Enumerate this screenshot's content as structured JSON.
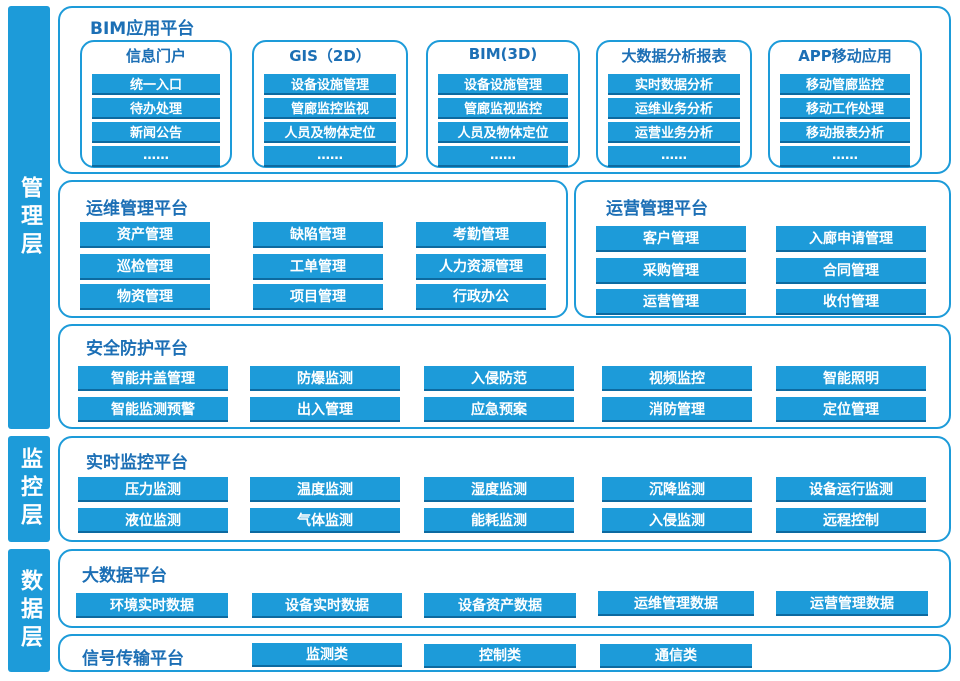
{
  "layers": {
    "management": "管理层",
    "monitoring": "监控层",
    "data": "数据层"
  },
  "bim_platform": {
    "title": "BIM应用平台",
    "groups": [
      {
        "title": "信息门户",
        "items": [
          "统一入口",
          "待办处理",
          "新闻公告",
          "……"
        ]
      },
      {
        "title": "GIS（2D）",
        "items": [
          "设备设施管理",
          "管廊监控监视",
          "人员及物体定位",
          "……"
        ]
      },
      {
        "title": "BIM(3D)",
        "items": [
          "设备设施管理",
          "管廊监视监控",
          "人员及物体定位",
          "……"
        ]
      },
      {
        "title": "大数据分析报表",
        "items": [
          "实时数据分析",
          "运维业务分析",
          "运营业务分析",
          "……"
        ]
      },
      {
        "title": "APP移动应用",
        "items": [
          "移动管廊监控",
          "移动工作处理",
          "移动报表分析",
          "……"
        ]
      }
    ]
  },
  "ops_mgmt": {
    "title": "运维管理平台",
    "items": [
      "资产管理",
      "缺陷管理",
      "考勤管理",
      "巡检管理",
      "工单管理",
      "人力资源管理",
      "物资管理",
      "项目管理",
      "行政办公"
    ]
  },
  "business_mgmt": {
    "title": "运营管理平台",
    "items": [
      "客户管理",
      "入廊申请管理",
      "采购管理",
      "合同管理",
      "运营管理",
      "收付管理"
    ]
  },
  "security": {
    "title": "安全防护平台",
    "items": [
      "智能井盖管理",
      "防爆监测",
      "入侵防范",
      "视频监控",
      "智能照明",
      "智能监测预警",
      "出入管理",
      "应急预案",
      "消防管理",
      "定位管理"
    ]
  },
  "realtime": {
    "title": "实时监控平台",
    "items": [
      "压力监测",
      "温度监测",
      "湿度监测",
      "沉降监测",
      "设备运行监测",
      "液位监测",
      "气体监测",
      "能耗监测",
      "入侵监测",
      "远程控制"
    ]
  },
  "bigdata": {
    "title": "大数据平台",
    "items": [
      "环境实时数据",
      "设备实时数据",
      "设备资产数据",
      "运维管理数据",
      "运营管理数据"
    ]
  },
  "signal": {
    "title": "信号传输平台",
    "items": [
      "监测类",
      "控制类",
      "通信类"
    ]
  }
}
